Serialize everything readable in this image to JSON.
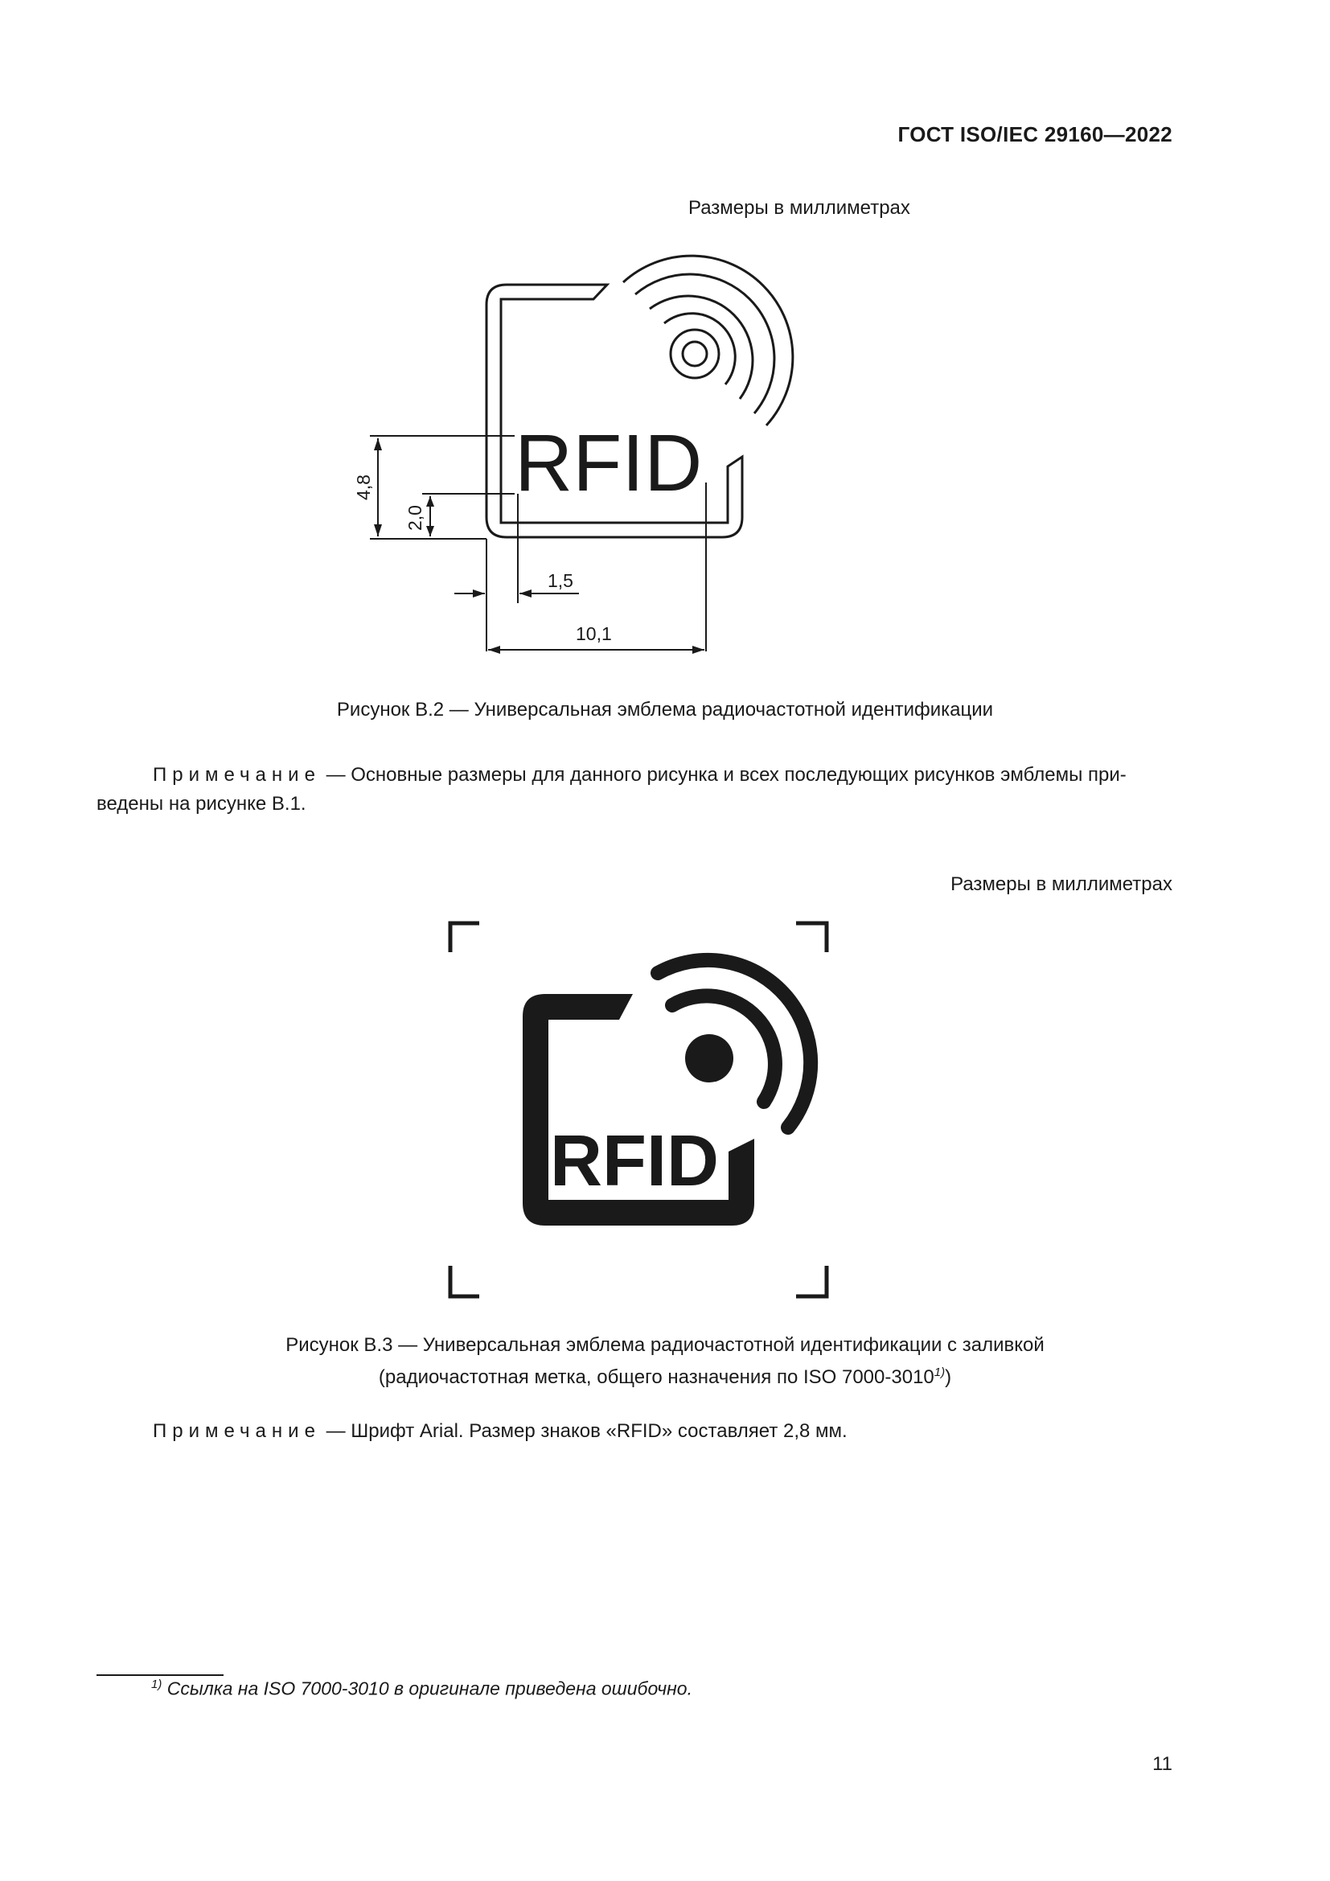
{
  "header": {
    "standard": "ГОСТ ISO/IEC 29160—2022"
  },
  "figure_b2": {
    "units_note": "Размеры в миллиметрах",
    "emblem_text": "RFID",
    "dim_height": "4,8",
    "dim_inner": "2,0",
    "dim_offset": "1,5",
    "dim_width": "10,1",
    "caption": "Рисунок В.2 — Универсальная эмблема радиочастотной идентификации"
  },
  "note1": {
    "label": "Примечание",
    "text": " — Основные размеры для данного рисунка и всех последующих рисунков эмблемы при-",
    "text2": "ведены на рисунке В.1."
  },
  "figure_b3": {
    "units_note": "Размеры в миллиметрах",
    "emblem_text": "RFID",
    "caption_line1": "Рисунок В.3 — Универсальная эмблема радиочастотной идентификации с заливкой",
    "caption_line2": "(радиочастотная метка, общего назначения по ISO 7000-3010",
    "caption_ref": "1)",
    "caption_close": ")"
  },
  "note2": {
    "label": "Примечание",
    "text": " — Шрифт Arial. Размер знаков «RFID» составляет 2,8 мм."
  },
  "footnote": {
    "marker": "1)",
    "text": "Ссылка на ISO 7000-3010 в оригинале приведена ошибочно."
  },
  "page_number": "11"
}
